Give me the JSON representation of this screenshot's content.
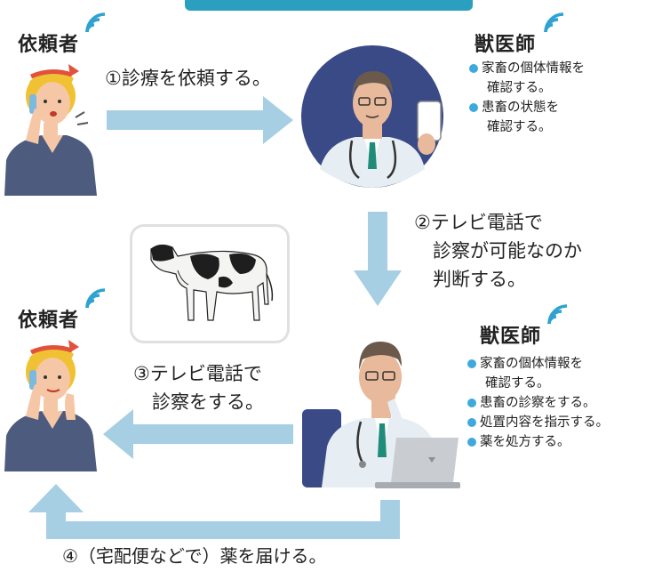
{
  "colors": {
    "accent": "#2a9fc0",
    "arrow": "#a6cfe4",
    "bullet": "#3fa9dd",
    "cow_frame": "#e0e0e0"
  },
  "requester": {
    "label": "依頼者"
  },
  "vet": {
    "label": "獣医師"
  },
  "steps": {
    "s1": "①診療を依頼する。",
    "s2": "②テレビ電話で\n　診察が可能なのか\n　判断する。",
    "s3": "③テレビ電話で\n　診察をする。",
    "s4": "④（宅配便などで）薬を届ける。"
  },
  "vet_top_bullets": [
    {
      "text": "家畜の個体情報を",
      "cont": "確認する。"
    },
    {
      "text": "患畜の状態を",
      "cont": "確認する。"
    }
  ],
  "vet_bottom_bullets": [
    {
      "text": "家畜の個体情報を",
      "cont": "確認する。"
    },
    {
      "text": "患畜の診察をする。"
    },
    {
      "text": "処置内容を指示する。"
    },
    {
      "text": "薬を処方する。"
    }
  ],
  "icons": [
    "signal-icon",
    "requester-on-phone-icon",
    "vet-with-smartphone-icon",
    "vet-at-laptop-icon",
    "cow-icon"
  ]
}
